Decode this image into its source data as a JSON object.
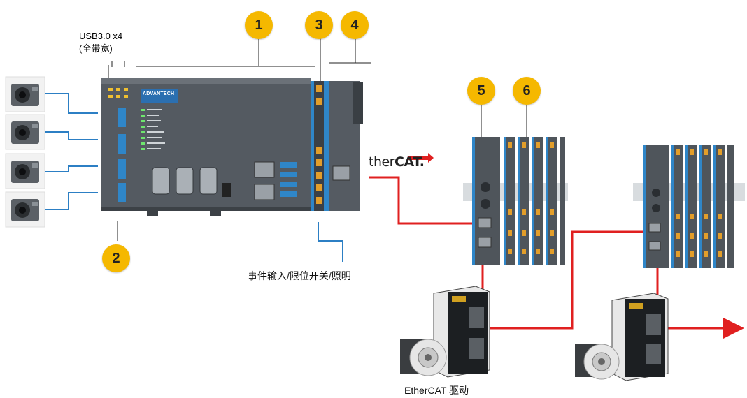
{
  "usb_label": {
    "line1": "USB3.0 x4",
    "line2": "(全带宽)"
  },
  "badges": [
    "1",
    "2",
    "3",
    "4",
    "5",
    "6"
  ],
  "controller_brand": "ADVANTECH",
  "ethercat_logo": {
    "prefix": "ther",
    "bold": "CAT."
  },
  "io_label": "事件输入/限位开关/照明",
  "drive_label": "EtherCAT 驱动",
  "colors": {
    "badge": "#f5b800",
    "link_red": "#e02020",
    "wire_blue": "#2c7fc4",
    "module_blue": "#2f86c8"
  }
}
